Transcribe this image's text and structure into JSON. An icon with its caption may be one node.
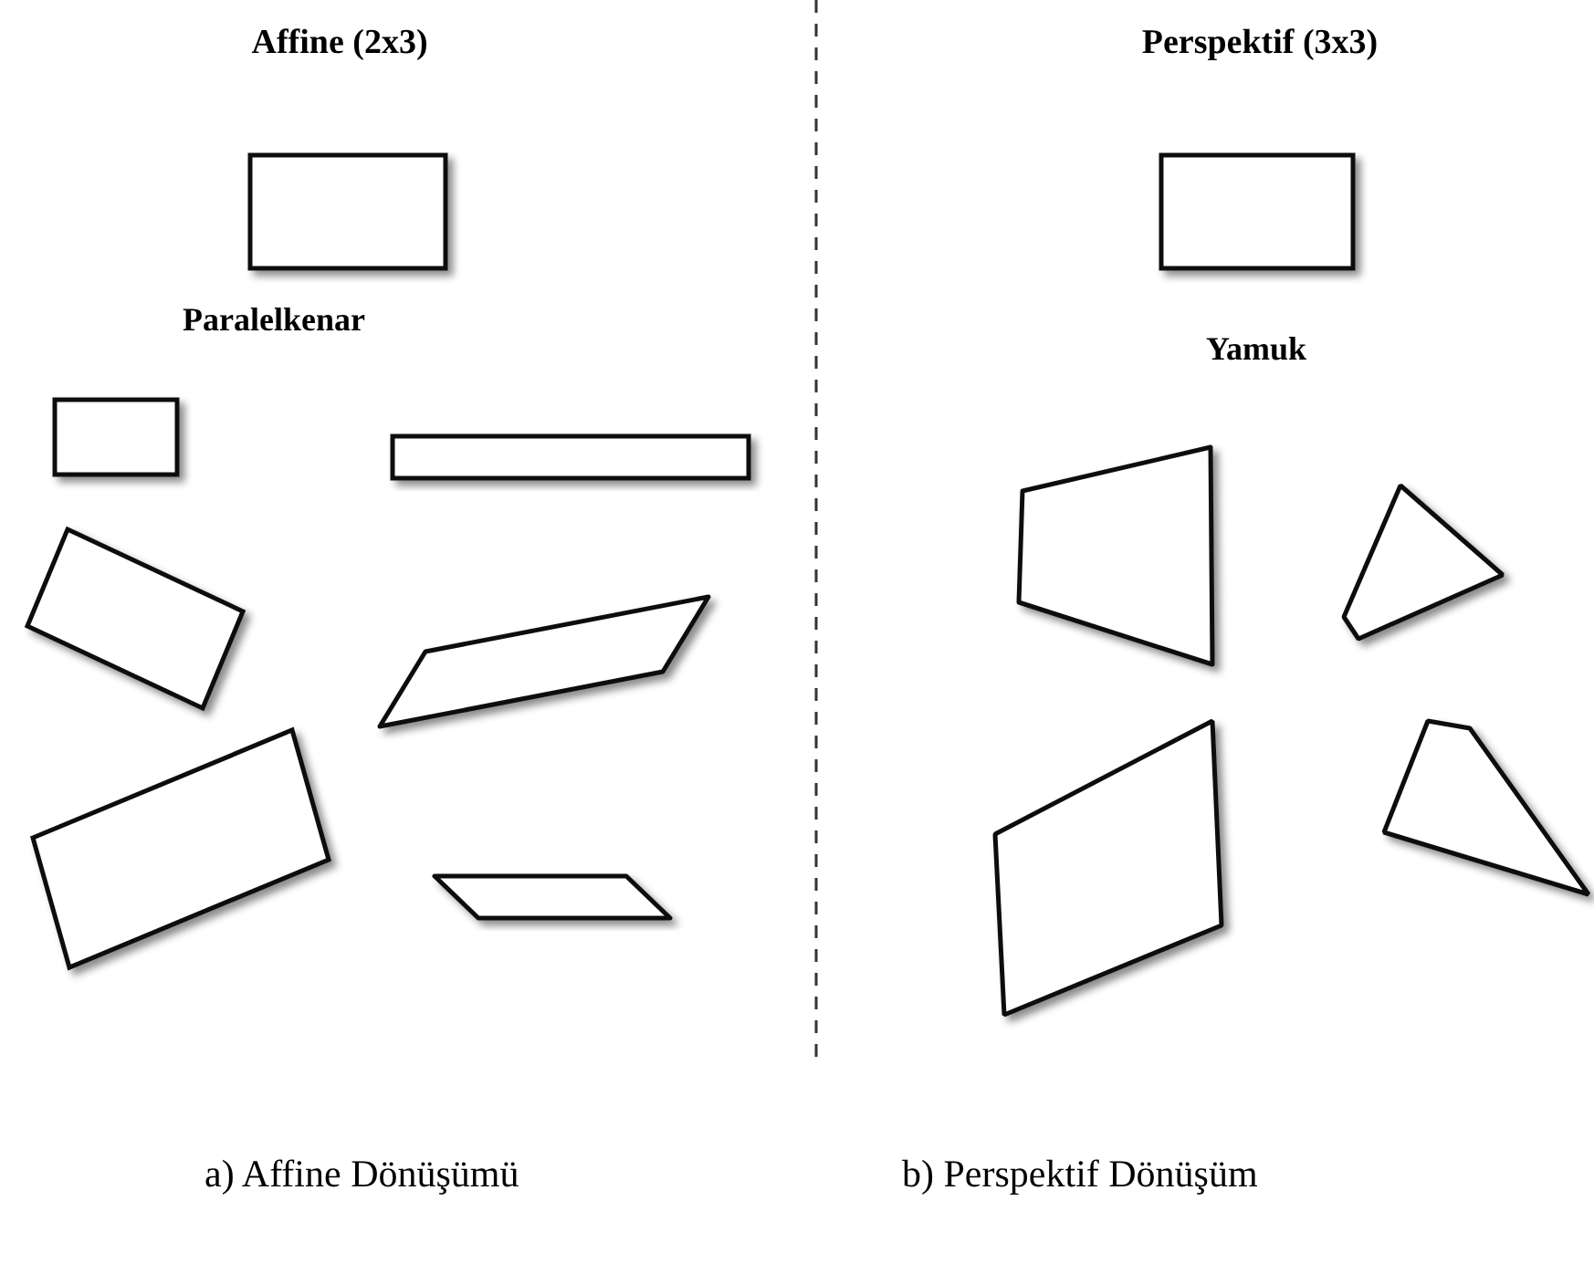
{
  "diagram": {
    "nodes": [
      {
        "text": [],
        "shape": "box"
      },
      {
        "text": [],
        "shape": "box"
      },
      {
        "text": [],
        "shape": "box"
      },
      {
        "text": [],
        "shape": "box"
      },
      {
        "text": [],
        "shape": "parallelogram"
      },
      {
        "text": [],
        "shape": "box"
      },
      {
        "text": [],
        "shape": "parallelogram"
      },
      {
        "text": [],
        "shape": "box"
      },
      {
        "text": [],
        "shape": "trapezoid"
      },
      {
        "text": [],
        "shape": "quadrilateral"
      },
      {
        "text": [],
        "shape": "quadrilateral"
      },
      {
        "text": [],
        "shape": "quadrilateral"
      }
    ],
    "labels": [
      "Affine (2x3)",
      "Perspektif (3x3)",
      "Paralelkenar",
      "Yamuk",
      "a) Affine Dönüşümü",
      "b) Perspektif Dönüşüm"
    ]
  }
}
